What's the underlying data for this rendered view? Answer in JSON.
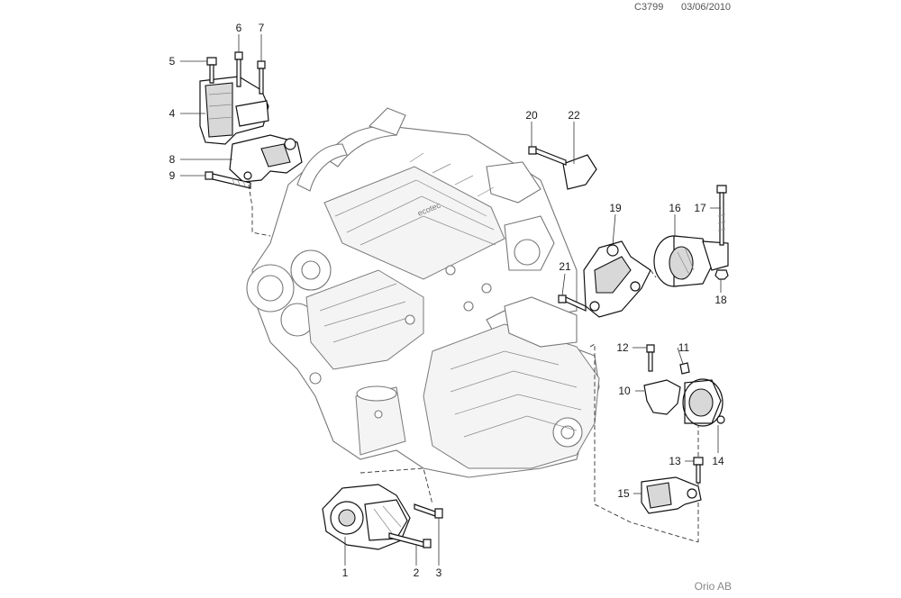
{
  "header": {
    "drawing_id": "C3799",
    "date": "03/06/2010"
  },
  "footer": {
    "brand": "Orio AB"
  },
  "callouts": [
    "1",
    "2",
    "3",
    "4",
    "5",
    "6",
    "7",
    "8",
    "9",
    "10",
    "11",
    "12",
    "13",
    "14",
    "15",
    "16",
    "17",
    "18",
    "19",
    "20",
    "21",
    "22"
  ],
  "colors": {
    "line": "#111111",
    "engine_line": "#777777",
    "background": "#ffffff"
  }
}
